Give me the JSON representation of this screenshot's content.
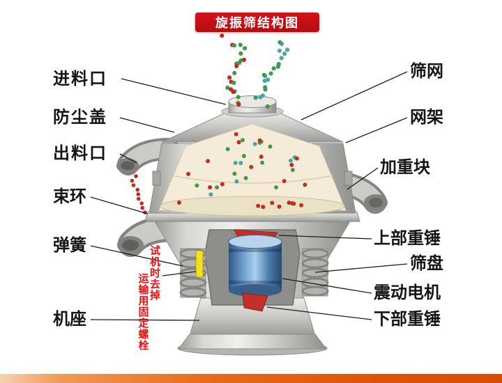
{
  "title_badge": {
    "text": "旋振筛结构图"
  },
  "diagram": {
    "labels_left": [
      {
        "id": "feed-inlet",
        "text": "进料口"
      },
      {
        "id": "dust-cover",
        "text": "防尘盖"
      },
      {
        "id": "discharge-outlet",
        "text": "出料口"
      },
      {
        "id": "clamp-ring",
        "text": "束环"
      },
      {
        "id": "spring",
        "text": "弹簧"
      },
      {
        "id": "machine-base",
        "text": "机座"
      }
    ],
    "labels_right": [
      {
        "id": "screen-mesh",
        "text": "筛网"
      },
      {
        "id": "mesh-frame",
        "text": "网架"
      },
      {
        "id": "weight-block",
        "text": "加重块"
      },
      {
        "id": "upper-weight-hammer",
        "text": "上部重锤"
      },
      {
        "id": "sieve-pan",
        "text": "筛盘"
      },
      {
        "id": "vibration-motor",
        "text": "震动电机"
      },
      {
        "id": "lower-weight-hammer",
        "text": "下部重锤"
      }
    ],
    "warning_note": {
      "col1": "试机时去掉",
      "col2": "运输用固定螺栓",
      "full_text": "试机时去掉运输用固定螺栓"
    }
  },
  "colors": {
    "badge_bg": "#c1121a",
    "badge_text": "#ffffff",
    "label_text": "#151515",
    "warning_text": "#f20d0d",
    "accent_bar_start": "#f6d3b5",
    "accent_bar_end": "#d64e05",
    "motor_blue": "#5d88b8",
    "hammer_red": "#c03028",
    "bolt_yellow": "#f2e11c",
    "particle_red": "#c22b20",
    "particle_green": "#3f9a4e",
    "particle_teal": "#49a8a2"
  }
}
